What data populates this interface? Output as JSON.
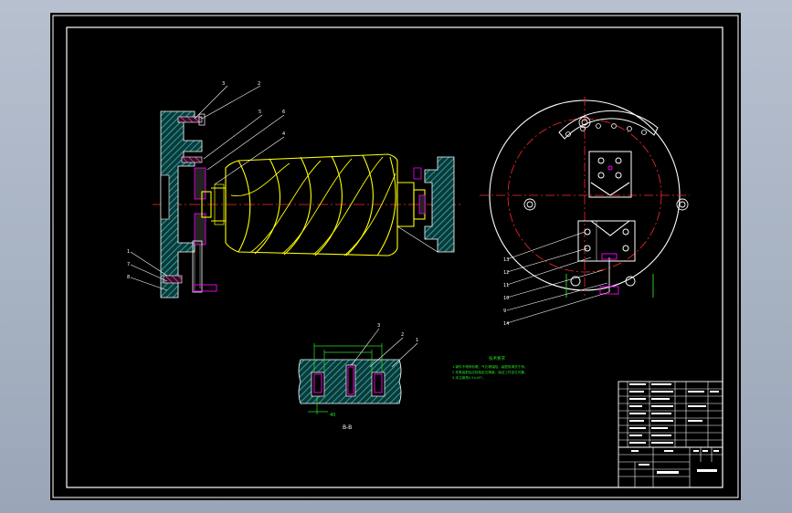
{
  "colors": {
    "background": "#000000",
    "frame": "#ffffff",
    "part": "#ffff00",
    "hatch": "#3fb5b5",
    "center": "#ff2a2a",
    "dimension": "#27e027",
    "accent": "#ff00ff"
  },
  "views": {
    "main": {
      "leaders_top": [
        "3",
        "2",
        "5",
        "6",
        "4"
      ],
      "leaders_left": [
        "1",
        "7",
        "8"
      ]
    },
    "side": {
      "leaders": [
        "13",
        "12",
        "11",
        "10",
        "9",
        "14"
      ]
    },
    "section": {
      "label": "B-B",
      "leaders": [
        "3",
        "2",
        "1"
      ],
      "dimension_text": "40"
    }
  },
  "notes": {
    "title": "技术要求",
    "lines": [
      "1.铸件不得有砂眼、气孔等缺陷，装配前清洗干净。",
      "2.夹具装配后应检验定位精度，保证工件定位可靠。",
      "3.未注倒角0.5×45°。"
    ]
  },
  "title_block": {
    "rows": [
      "",
      "",
      "",
      "",
      "",
      "",
      "",
      "",
      ""
    ],
    "footer": [
      "",
      "",
      "",
      ""
    ]
  }
}
